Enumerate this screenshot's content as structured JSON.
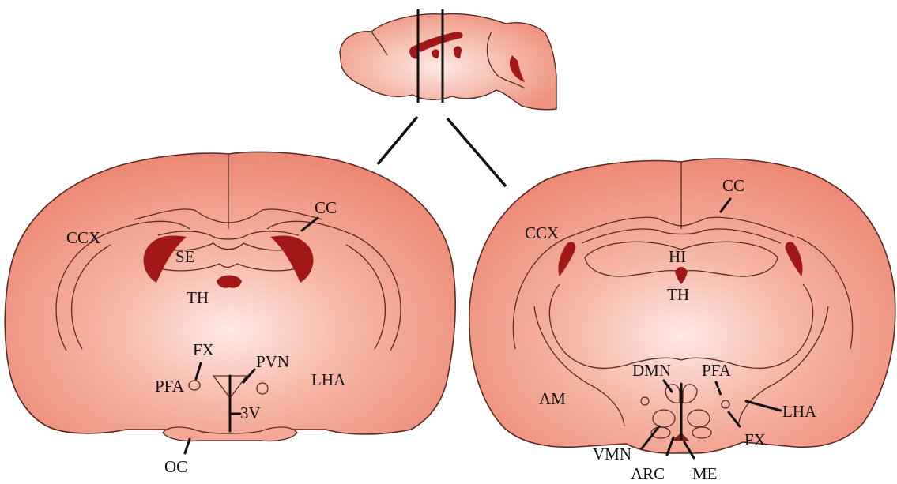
{
  "colors": {
    "tissue_light": "#fce6e0",
    "tissue_dark": "#ef8a78",
    "ventricle": "#a01818",
    "outline": "#5a2a22"
  },
  "labels": {
    "left": {
      "ccx": "CCX",
      "cc": "CC",
      "se": "SE",
      "th": "TH",
      "fx": "FX",
      "pvn": "PVN",
      "pfa": "PFA",
      "lha": "LHA",
      "v3": "3V",
      "oc": "OC"
    },
    "right": {
      "cc": "CC",
      "ccx": "CCX",
      "hi": "HI",
      "th": "TH",
      "dmn": "DMN",
      "pfa": "PFA",
      "am": "AM",
      "lha": "LHA",
      "fx": "FX",
      "vmn": "VMN",
      "arc": "ARC",
      "me": "ME"
    }
  }
}
